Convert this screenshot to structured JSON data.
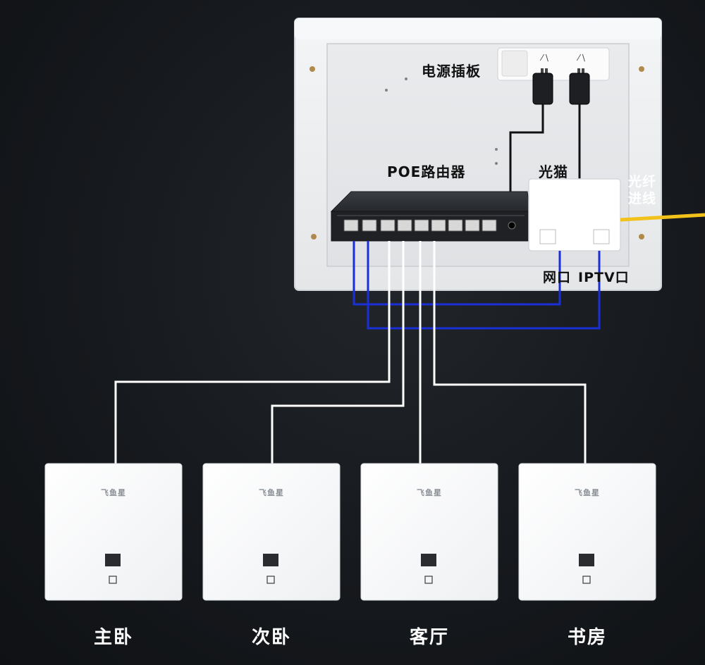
{
  "labels": {
    "power_strip": "电源插板",
    "poe_router": "POE路由器",
    "optical_modem": "光猫",
    "fiber_in_line1": "光纤",
    "fiber_in_line2": "进线",
    "net_port": "网口",
    "iptv_port": "IPTV口"
  },
  "panels": [
    {
      "brand": "飞鱼星",
      "room": "主卧"
    },
    {
      "brand": "飞鱼星",
      "room": "次卧"
    },
    {
      "brand": "飞鱼星",
      "room": "客厅"
    },
    {
      "brand": "飞鱼星",
      "room": "书房"
    }
  ],
  "colors": {
    "background": "#15181c",
    "enclosure": "#eceef0",
    "router_body": "#2b2e33",
    "ethernet_white": "#ffffff",
    "ethernet_blue": "#1a2fd6",
    "fiber_yellow": "#f2c21b",
    "power_cable": "#111111"
  },
  "icons": [
    "rj45-port-icon",
    "indicator-icon",
    "power-plug-icon"
  ]
}
